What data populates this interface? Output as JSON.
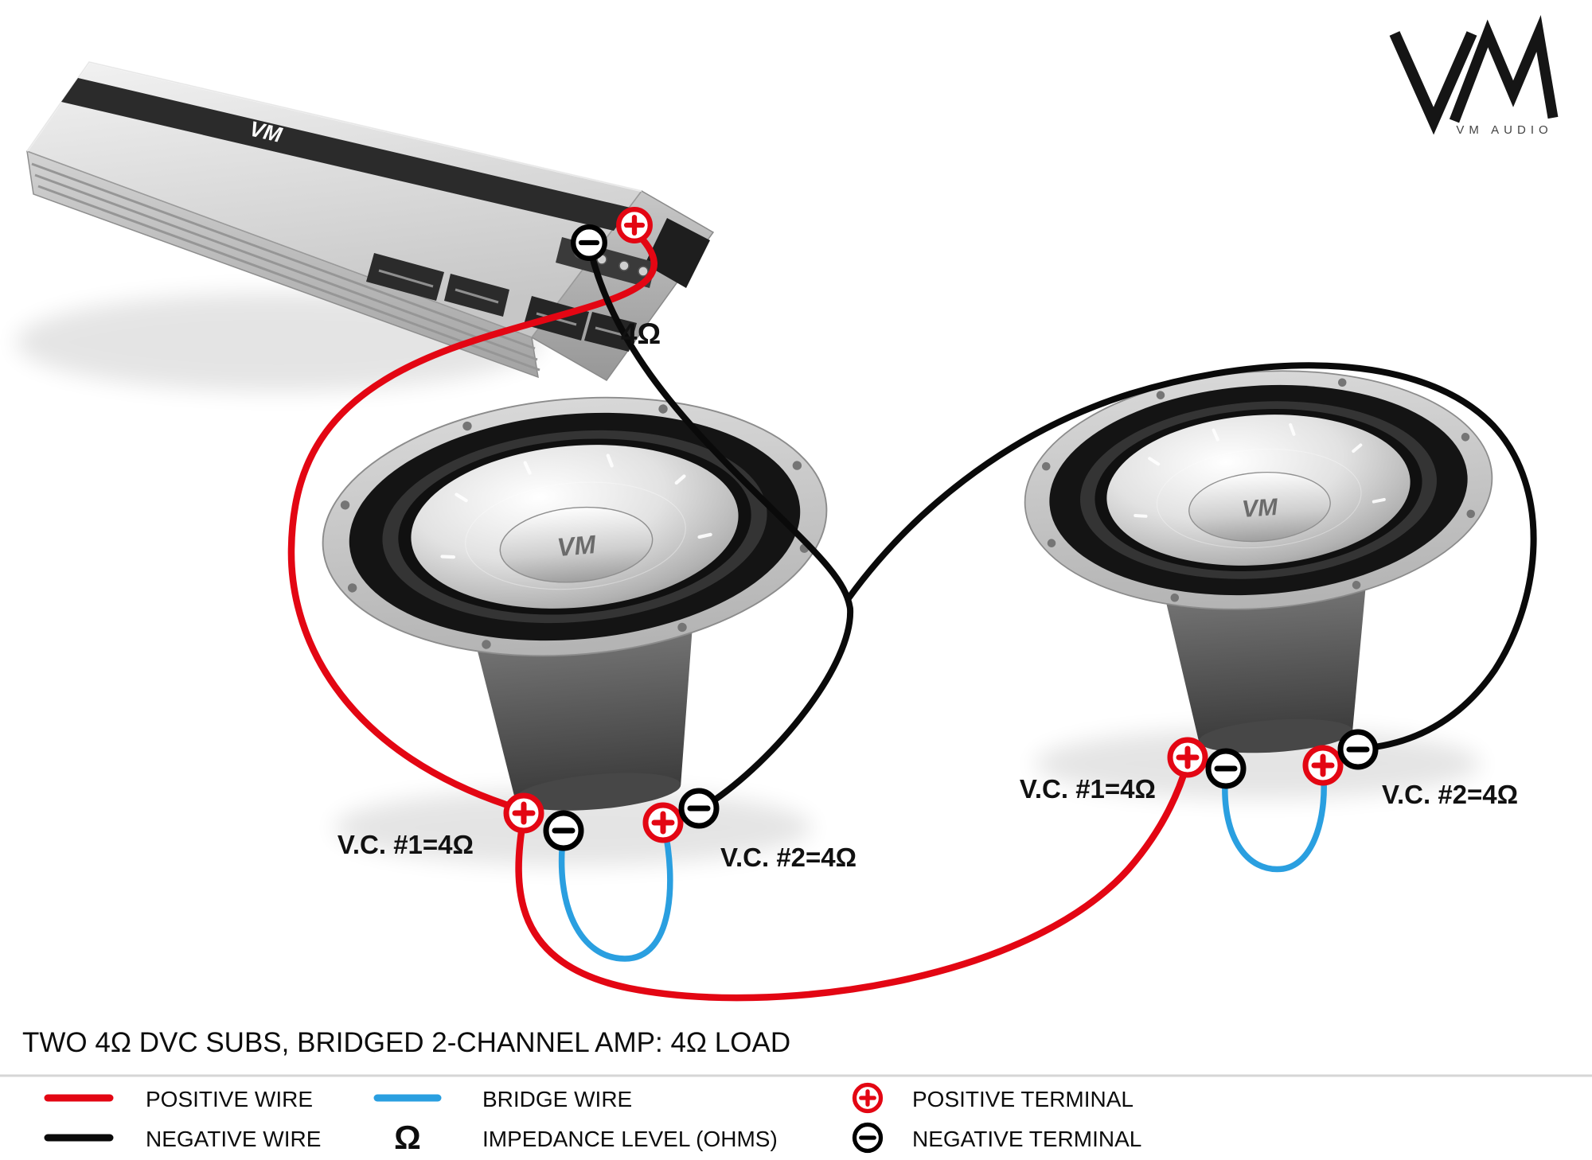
{
  "brand": {
    "logo_text": "VM",
    "logo_subtext": "VM AUDIO"
  },
  "amp": {
    "impedance_label": "4Ω"
  },
  "subwoofers": {
    "left": {
      "vc1_label": "V.C. #1=4Ω",
      "vc2_label": "V.C. #2=4Ω"
    },
    "right": {
      "vc1_label": "V.C. #1=4Ω",
      "vc2_label": "V.C. #2=4Ω"
    }
  },
  "title": "TWO 4Ω DVC SUBS, BRIDGED 2-CHANNEL AMP: 4Ω LOAD",
  "legend": {
    "positive_wire": "POSITIVE WIRE",
    "negative_wire": "NEGATIVE WIRE",
    "bridge_wire": "BRIDGE WIRE",
    "impedance_symbol": "Ω",
    "impedance_label": "IMPEDANCE LEVEL (OHMS)",
    "positive_terminal": "POSITIVE TERMINAL",
    "negative_terminal": "NEGATIVE TERMINAL"
  },
  "icons": {
    "positive_terminal_symbol": "+",
    "negative_terminal_symbol": "−"
  },
  "colors": {
    "positive_wire": "#e30613",
    "negative_wire": "#0a0a0a",
    "bridge_wire": "#2a9fe0"
  }
}
